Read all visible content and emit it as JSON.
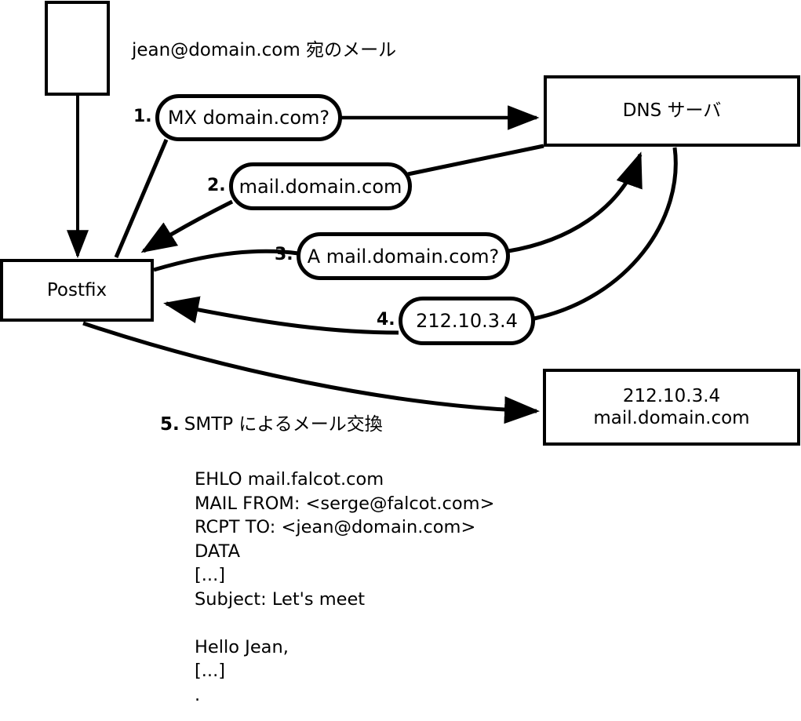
{
  "diagram": {
    "title_text": "jean@domain.com 宛のメール",
    "nodes": [
      {
        "id": "client",
        "name": "client-box",
        "label": ""
      },
      {
        "id": "postfix",
        "name": "postfix-box",
        "label": "Postfix"
      },
      {
        "id": "dns",
        "name": "dns-server-box",
        "label": "DNS サーバ"
      },
      {
        "id": "mailserver",
        "name": "mail-server-box",
        "line1": "212.10.3.4",
        "line2": "mail.domain.com"
      }
    ],
    "steps": [
      {
        "num": "1.",
        "label": "MX domain.com?"
      },
      {
        "num": "2.",
        "label": "mail.domain.com"
      },
      {
        "num": "3.",
        "label": "A mail.domain.com?"
      },
      {
        "num": "4.",
        "label": "212.10.3.4"
      },
      {
        "num": "5.",
        "label": "SMTP によるメール交換"
      }
    ],
    "transcript": "EHLO mail.falcot.com\nMAIL FROM: <serge@falcot.com>\nRCPT TO: <jean@domain.com>\nDATA\n[...]\nSubject: Let's meet\n\nHello Jean,\n[...]\n.",
    "colors": {
      "stroke": "#000000",
      "background": "#ffffff",
      "text": "#000000"
    }
  }
}
